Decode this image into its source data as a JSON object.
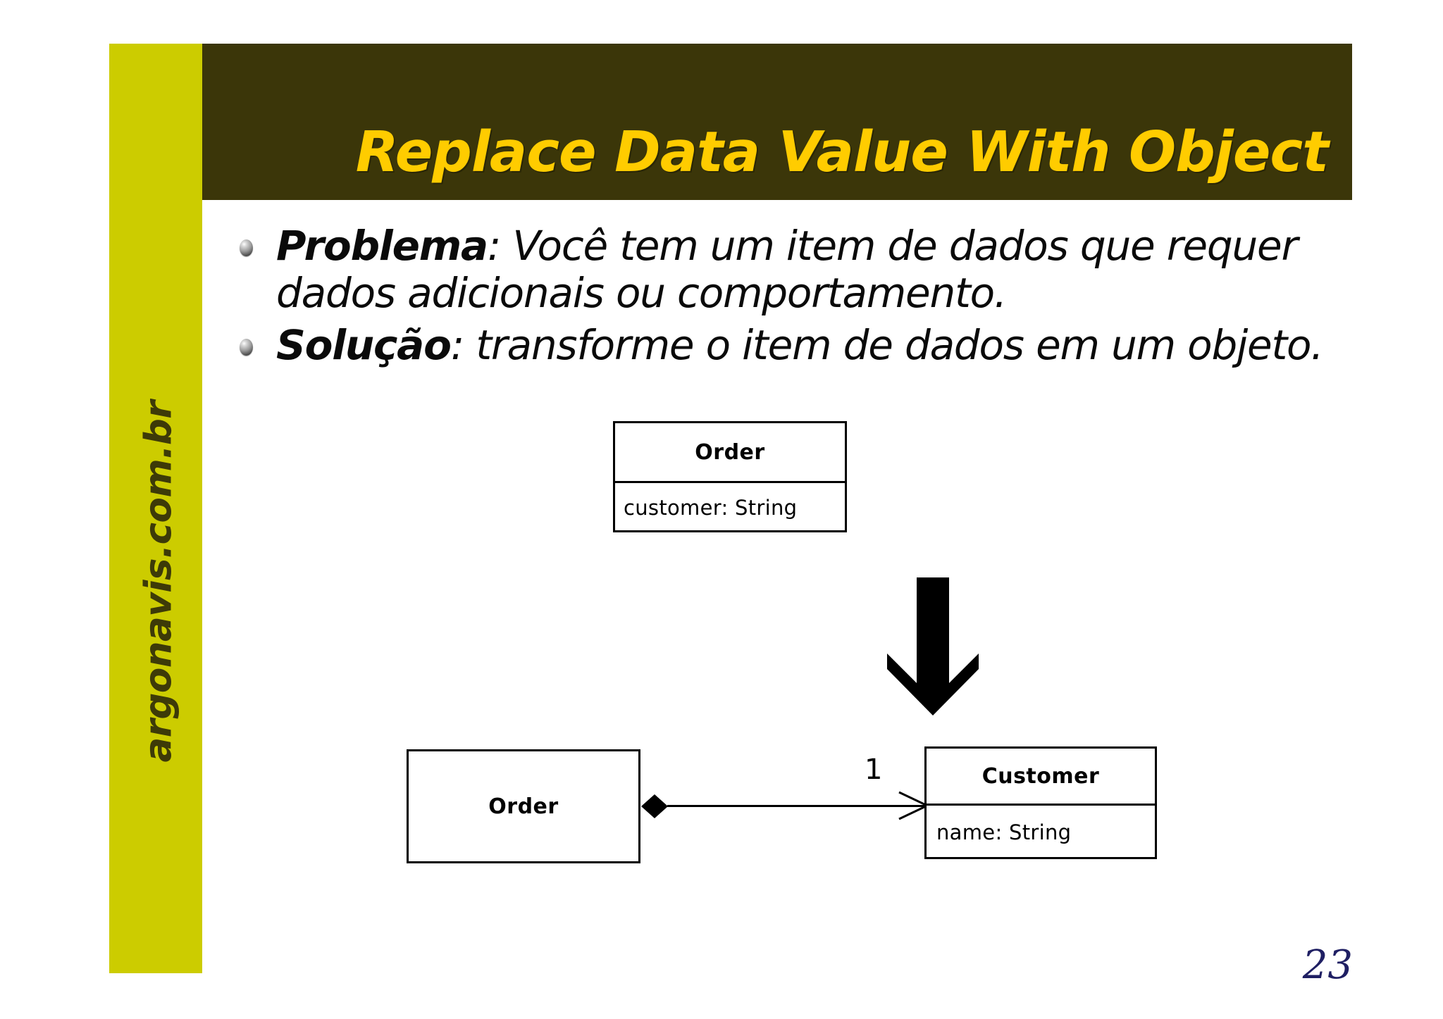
{
  "slide": {
    "title": "Replace Data Value With Object",
    "page_number": "23",
    "sidebar_url": "argonavis.com.br",
    "colors": {
      "title_band": "#3B3609",
      "title_text": "#FFCC00",
      "sidebar_bar": "#CCCC00",
      "sidebar_text": "#3D3A08",
      "body_text": "#0A0A0A",
      "page_number": "#1F1F63",
      "diagram_stroke": "#000000"
    }
  },
  "bullets": [
    {
      "lead": "Problema",
      "rest": ": Você tem um item de dados que requer dados adicionais ou comportamento.",
      "bullet_icon": "sphere-bullet-icon"
    },
    {
      "lead": "Solução",
      "rest": ": transforme o item de dados em um objeto.",
      "bullet_icon": "sphere-bullet-icon"
    }
  ],
  "diagram": {
    "before": {
      "class_name": "Order",
      "attributes": [
        "customer: String"
      ]
    },
    "arrow_icon": "double-line-down-arrow-icon",
    "after": {
      "source": {
        "class_name": "Order",
        "attributes": []
      },
      "target": {
        "class_name": "Customer",
        "attributes": [
          "name: String"
        ]
      },
      "relationship": {
        "type": "composition",
        "source_end_icon": "filled-diamond-icon",
        "target_end_icon": "open-arrowhead-icon",
        "multiplicity": "1"
      }
    }
  }
}
